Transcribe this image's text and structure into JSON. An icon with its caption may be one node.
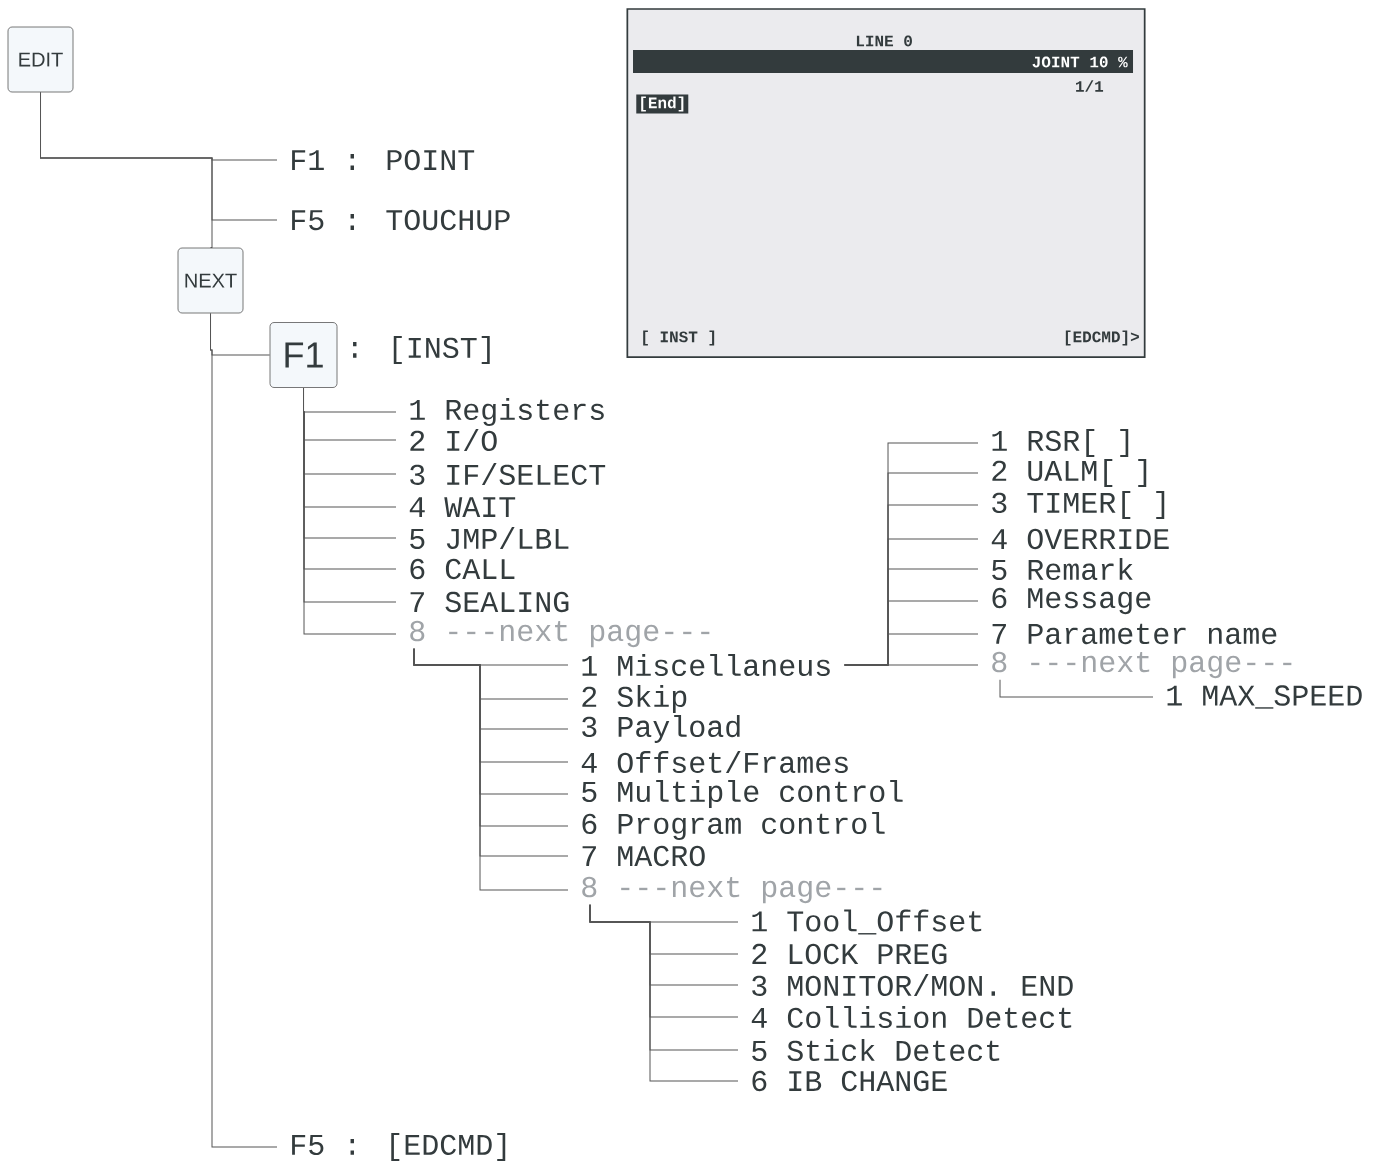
{
  "diagram": {
    "nodes": [
      {
        "text": [
          "EDIT"
        ]
      },
      {
        "text": [
          "F1 : POINT"
        ]
      },
      {
        "text": [
          "F5 : TOUCHUP"
        ]
      },
      {
        "text": [
          "NEXT"
        ]
      },
      {
        "text": [
          "F1",
          ": [INST]"
        ]
      },
      {
        "text": [
          "1 Registers"
        ]
      },
      {
        "text": [
          "2 I/O"
        ]
      },
      {
        "text": [
          "3 IF/SELECT"
        ]
      },
      {
        "text": [
          "4 WAIT"
        ]
      },
      {
        "text": [
          "5 JMP/LBL"
        ]
      },
      {
        "text": [
          "6 CALL"
        ]
      },
      {
        "text": [
          "7 SEALING"
        ]
      },
      {
        "text": [
          "8 ---next page---"
        ]
      },
      {
        "text": [
          "1 Miscellaneus"
        ]
      },
      {
        "text": [
          "2 Skip"
        ]
      },
      {
        "text": [
          "3 Payload"
        ]
      },
      {
        "text": [
          "4 Offset/Frames"
        ]
      },
      {
        "text": [
          "5 Multiple control"
        ]
      },
      {
        "text": [
          "6 Program control"
        ]
      },
      {
        "text": [
          "7 MACRO"
        ]
      },
      {
        "text": [
          "8 ---next page---"
        ]
      },
      {
        "text": [
          "1 RSR[ ]"
        ]
      },
      {
        "text": [
          "2 UALM[ ]"
        ]
      },
      {
        "text": [
          "3 TIMER[ ]"
        ]
      },
      {
        "text": [
          "4 OVERRIDE"
        ]
      },
      {
        "text": [
          "5 Remark"
        ]
      },
      {
        "text": [
          "6 Message"
        ]
      },
      {
        "text": [
          "7 Parameter name"
        ]
      },
      {
        "text": [
          "8 ---next page---"
        ]
      },
      {
        "text": [
          "1 MAX_SPEED"
        ]
      },
      {
        "text": [
          "1 Tool_Offset"
        ]
      },
      {
        "text": [
          "2 LOCK PREG"
        ]
      },
      {
        "text": [
          "3 MONITOR/MON. END"
        ]
      },
      {
        "text": [
          "4 Collision Detect"
        ]
      },
      {
        "text": [
          "5 Stick Detect"
        ]
      },
      {
        "text": [
          "6 IB CHANGE"
        ]
      },
      {
        "text": [
          "F5 : [EDCMD]"
        ]
      },
      {
        "text": [
          "LINE 0",
          "JOINT 10 %",
          "1/1",
          "[End]",
          "[ INST ]",
          "[EDCMD]>"
        ]
      }
    ],
    "edges": [
      {
        "from": 0,
        "to": 1,
        "arrow": "none"
      },
      {
        "from": 0,
        "to": 2,
        "arrow": "none"
      },
      {
        "from": 0,
        "to": 3,
        "arrow": "none"
      },
      {
        "from": 3,
        "to": 4,
        "arrow": "none"
      },
      {
        "from": 3,
        "to": 36,
        "arrow": "none"
      },
      {
        "from": 4,
        "to": 5,
        "arrow": "none"
      },
      {
        "from": 4,
        "to": 6,
        "arrow": "none"
      },
      {
        "from": 4,
        "to": 7,
        "arrow": "none"
      },
      {
        "from": 4,
        "to": 8,
        "arrow": "none"
      },
      {
        "from": 4,
        "to": 9,
        "arrow": "none"
      },
      {
        "from": 4,
        "to": 10,
        "arrow": "none"
      },
      {
        "from": 4,
        "to": 11,
        "arrow": "none"
      },
      {
        "from": 4,
        "to": 12,
        "arrow": "none"
      },
      {
        "from": 12,
        "to": 13,
        "arrow": "none"
      },
      {
        "from": 12,
        "to": 14,
        "arrow": "none"
      },
      {
        "from": 12,
        "to": 15,
        "arrow": "none"
      },
      {
        "from": 12,
        "to": 16,
        "arrow": "none"
      },
      {
        "from": 12,
        "to": 17,
        "arrow": "none"
      },
      {
        "from": 12,
        "to": 18,
        "arrow": "none"
      },
      {
        "from": 12,
        "to": 19,
        "arrow": "none"
      },
      {
        "from": 12,
        "to": 20,
        "arrow": "none"
      },
      {
        "from": 13,
        "to": 21,
        "arrow": "none"
      },
      {
        "from": 13,
        "to": 22,
        "arrow": "none"
      },
      {
        "from": 13,
        "to": 23,
        "arrow": "none"
      },
      {
        "from": 13,
        "to": 24,
        "arrow": "none"
      },
      {
        "from": 13,
        "to": 25,
        "arrow": "none"
      },
      {
        "from": 13,
        "to": 26,
        "arrow": "none"
      },
      {
        "from": 13,
        "to": 27,
        "arrow": "none"
      },
      {
        "from": 13,
        "to": 28,
        "arrow": "none"
      },
      {
        "from": 28,
        "to": 29,
        "arrow": "none"
      },
      {
        "from": 20,
        "to": 30,
        "arrow": "none"
      },
      {
        "from": 20,
        "to": 31,
        "arrow": "none"
      },
      {
        "from": 20,
        "to": 32,
        "arrow": "none"
      },
      {
        "from": 20,
        "to": 33,
        "arrow": "none"
      },
      {
        "from": 20,
        "to": 34,
        "arrow": "none"
      },
      {
        "from": 20,
        "to": 35,
        "arrow": "none"
      }
    ]
  }
}
